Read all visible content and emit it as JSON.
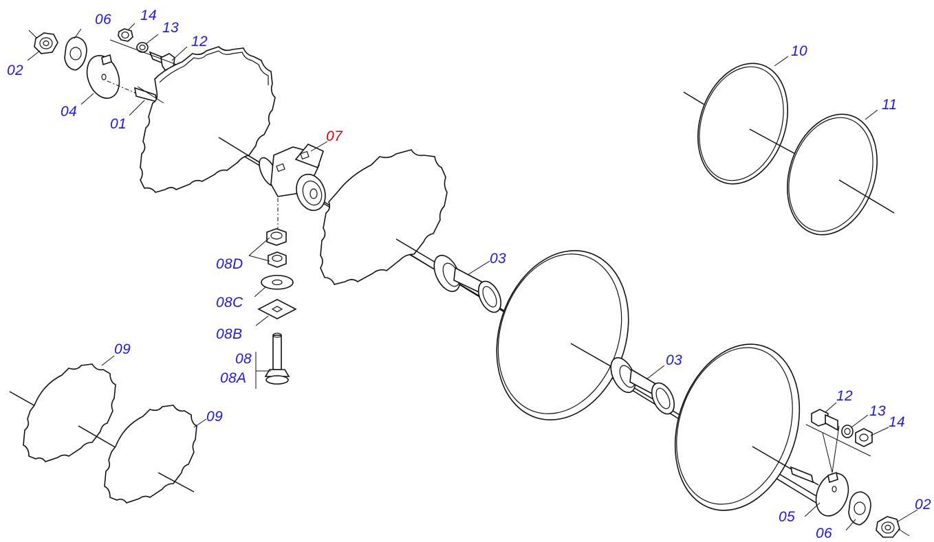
{
  "colors": {
    "label": "#1a1ad8",
    "highlight": "#e00000",
    "line": "#111111"
  },
  "labels": {
    "l02_top": "02",
    "l06_top": "06",
    "l14_top": "14",
    "l13_top": "13",
    "l12_top": "12",
    "l04": "04",
    "l01": "01",
    "l07": "07",
    "l10": "10",
    "l11": "11",
    "l08D": "08D",
    "l08C": "08C",
    "l08B": "08B",
    "l08": "08",
    "l08A": "08A",
    "l03_a": "03",
    "l03_b": "03",
    "l09_a": "09",
    "l09_b": "09",
    "l12_bot": "12",
    "l13_bot": "13",
    "l14_bot": "14",
    "l05": "05",
    "l06_bot": "06",
    "l02_bot": "02"
  }
}
